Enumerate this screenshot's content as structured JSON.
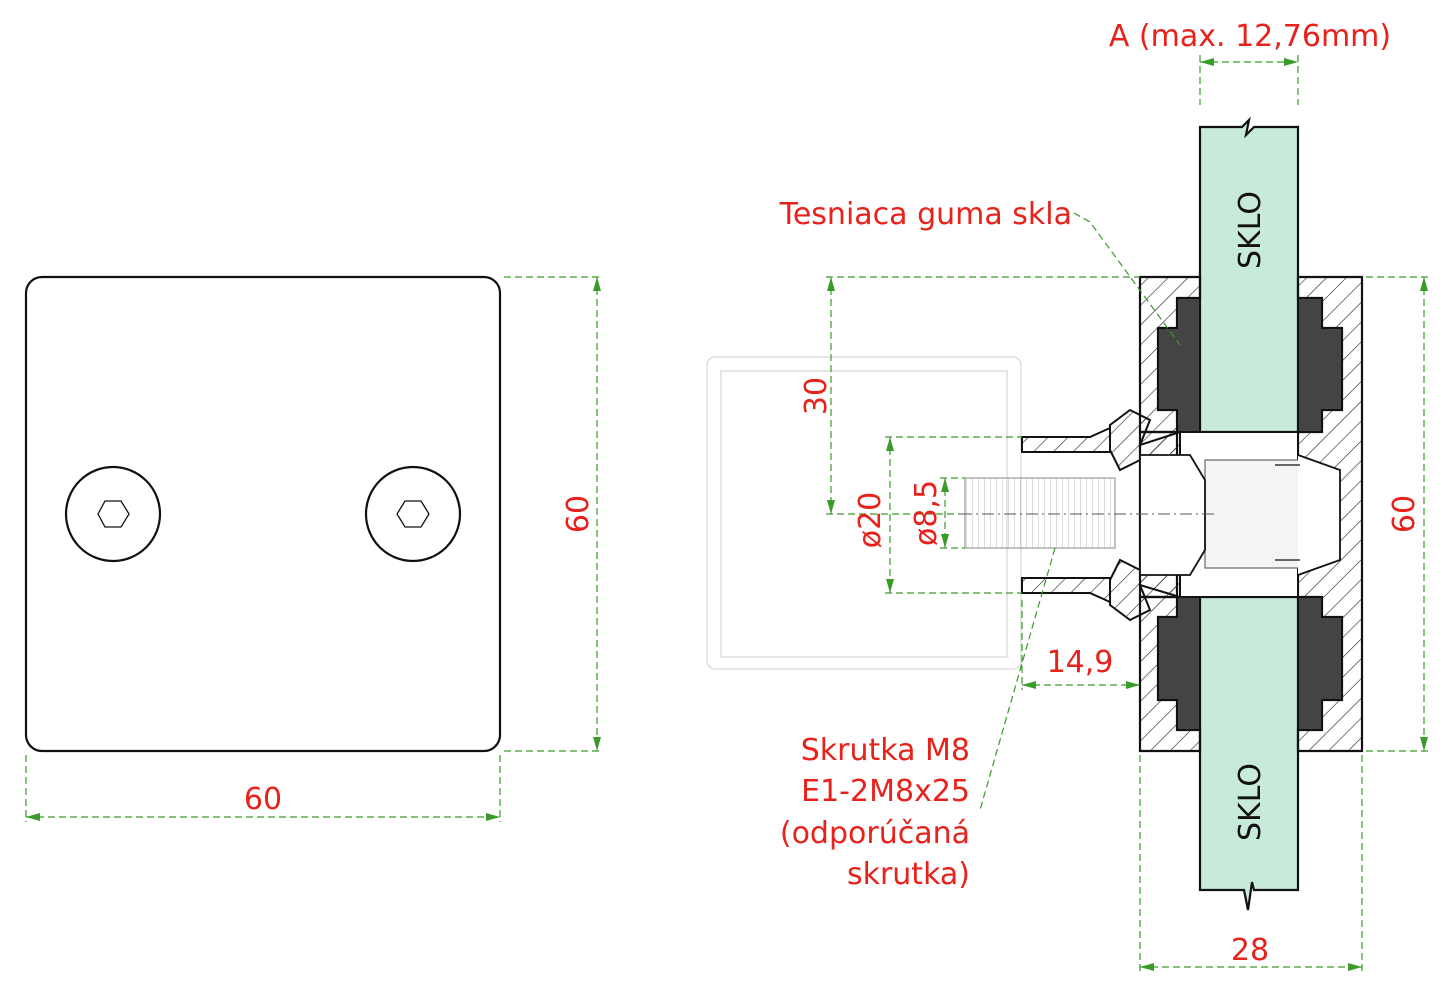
{
  "colors": {
    "label": "#e8211b",
    "dimension_line": "#3a9a2a",
    "glass": "#c7eadb",
    "rubber": "#444444",
    "outline": "#111111"
  },
  "front_view": {
    "width_label": "60",
    "height_label": "60"
  },
  "section_view": {
    "glass_thickness_label": "A (max. 12,76mm)",
    "glass_label_top": "SKLO",
    "glass_label_bottom": "SKLO",
    "gasket_label": "Tesniaca guma skla",
    "offset_label": "30",
    "diameter_outer_label": "ø20",
    "diameter_inner_label": "ø8,5",
    "height_label": "60",
    "projection_label": "14,9",
    "depth_label": "28",
    "screw_label": [
      "Skrutka M8",
      "E1-2M8x25",
      "(odporúčaná",
      "skrutka)"
    ]
  }
}
